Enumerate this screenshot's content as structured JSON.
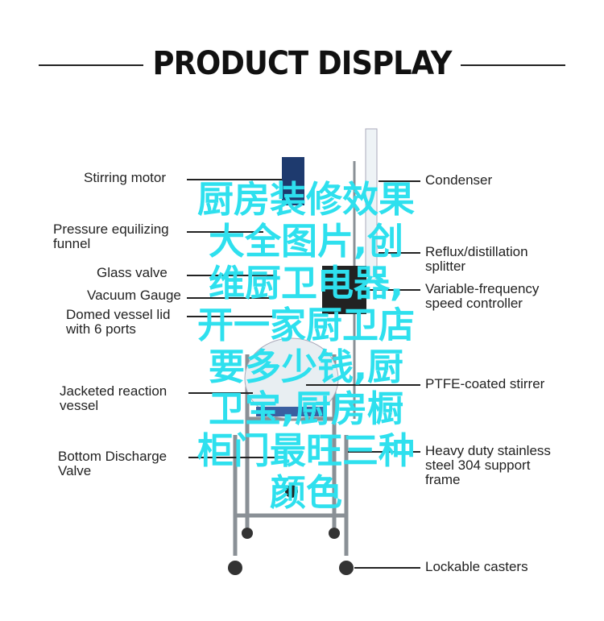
{
  "header": {
    "title": "PRODUCT DISPLAY"
  },
  "labels_left": [
    "Stirring motor",
    "Pressure equilizing funnel",
    "Glass valve",
    "Vacuum Gauge",
    "Domed vessel lid with 6 ports",
    "Jacketed reaction vessel",
    "Bottom Discharge Valve"
  ],
  "labels_right": [
    "Condenser",
    "Reflux/distillation splitter",
    "Variable-frequency speed controller",
    "PTFE-coated stirrer",
    "Heavy duty stainless steel 304 support frame",
    "Lockable casters"
  ],
  "overlay": {
    "text": "厨房装修效果大全图片,创维厨卫电器,开一家厨卫店要多少钱,厨卫宝,厨房橱柜门最旺三种颜色"
  },
  "colors": {
    "overlay": "#2ee0ee",
    "frame": "#9aa0a6",
    "motor": "#1e3a6e"
  }
}
